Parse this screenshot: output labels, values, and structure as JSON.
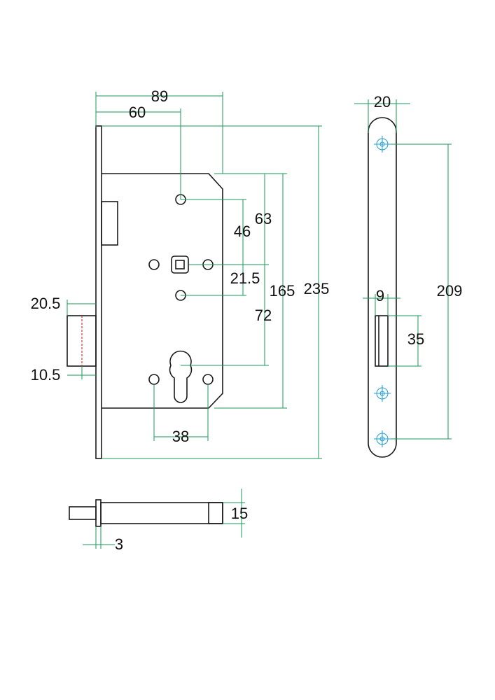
{
  "drawing": {
    "colors": {
      "outline": "#1a1a1a",
      "dimension_line": "#1a9a5a",
      "screw_mark": "#1e9fd6",
      "latch_centerline": "#d23a3a"
    },
    "front_view": {
      "width_overall": "89",
      "backset": "60",
      "latch_projection": "20.5",
      "latch_offset": "10.5",
      "faceplate_height": "235",
      "case_height": "165",
      "follower_to_top_hole": "46",
      "follower_to_case_top": "63",
      "follower_to_middle_hole": "21.5",
      "follower_to_cylinder": "72",
      "hole_spacing": "38"
    },
    "faceplate_view": {
      "width": "20",
      "fixing_spacing": "209",
      "latch_slot_width": "9",
      "latch_slot_height": "35"
    },
    "latch_view": {
      "height": "15",
      "flange_thickness": "3"
    }
  }
}
